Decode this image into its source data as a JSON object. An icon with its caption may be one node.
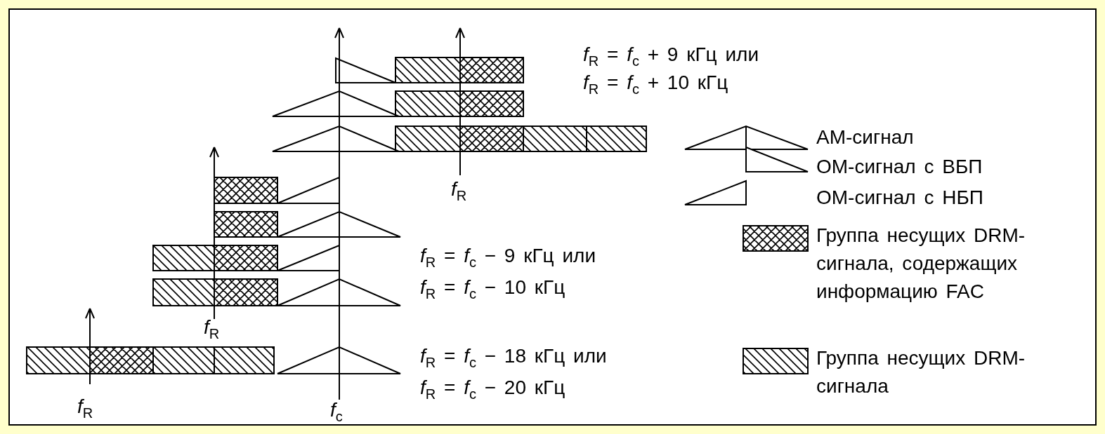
{
  "diagram": {
    "labels": [
      "*f*$_{R}$ = *f*$_{c}$ + 9 кГц или",
      "*f*$_{R}$ = *f*$_{c}$ + 10 кГц",
      "*f*$_{R}$",
      "*f*$_{R}$ = *f*$_{c}$ − 9 кГц или",
      "*f*$_{R}$ = *f*$_{c}$ − 10 кГц",
      "*f*$_{R}$",
      "*f*$_{R}$ = *f*$_{c}$ − 18 кГц или",
      "*f*$_{R}$ = *f*$_{c}$ − 20 кГц",
      "*f*$_{R}$",
      "*f*$_{c}$"
    ],
    "legend": [
      {
        "text": "АМ-сигнал"
      },
      {
        "text": "ОМ-сигнал с ВБП"
      },
      {
        "text": "ОМ-сигнал с НБП"
      },
      {
        "text": "Группа несущих DRM-сигнала, содержащих информацию FAC"
      },
      {
        "text": "Группа несущих DRM-сигнала"
      }
    ]
  }
}
